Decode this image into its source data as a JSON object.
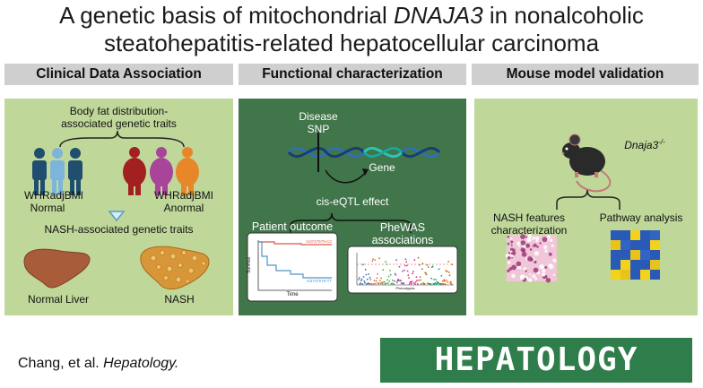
{
  "title": {
    "line1_prefix": "A genetic basis of mitochondrial ",
    "line1_gene": "DNAJA3",
    "line1_suffix": " in nonalcoholic",
    "line2": "steatohepatitis-related hepatocellular carcinoma"
  },
  "panels": {
    "clinical": {
      "header": "Clinical Data Association",
      "traits_line1": "Body fat distribution-",
      "traits_line2": "associated genetic traits",
      "normal_line1": "WHRadjBMI",
      "normal_line2": "Normal",
      "abnormal_line1": "WHRadjBMI",
      "abnormal_line2": "Anormal",
      "nash_traits": "NASH-associated genetic traits",
      "normal_liver": "Normal Liver",
      "nash": "NASH"
    },
    "functional": {
      "header": "Functional characterization",
      "disease_line1": "Disease",
      "disease_line2": "SNP",
      "gene": "Gene",
      "eqtl": "cis-eQTL effect",
      "patient_outcome": "Patient outcome",
      "phewas_line1": "PheWAS",
      "phewas_line2": "associations",
      "km_top_label": "rs3747579-CC",
      "km_bottom_label": "rs3747579-TT",
      "km_xlabel": "Time",
      "km_ylabel": "Survival",
      "phewas_xlabel": "Phenotypes"
    },
    "mouse": {
      "header": "Mouse model validation",
      "gene_prefix": "Dnaja3",
      "gene_sup": "-/-",
      "features_line1": "NASH features",
      "features_line2": "characterization",
      "pathway": "Pathway analysis"
    }
  },
  "footer": {
    "citation_prefix": "Chang, et al. ",
    "citation_journal": "Hepatology.",
    "journal_logo": "HEPATOLOGY"
  },
  "colors": {
    "panel_light_green": "#c0d79a",
    "panel_dark_green": "#41754a",
    "header_grey": "#cfcfcf",
    "person_blue_dark": "#1f4e6e",
    "person_blue_mid": "#4a86b5",
    "person_blue_light": "#7db4dc",
    "person_red": "#a32020",
    "person_purple": "#a8449a",
    "person_orange": "#e8862a",
    "liver_normal": "#a85c3a",
    "liver_nash": "#d79637",
    "km_red": "#d9584b",
    "km_blue": "#4d95c8",
    "journal_green": "#2f7d4b"
  },
  "icons": [
    "person-icon",
    "liver-icon",
    "dna-helix-icon",
    "mouse-icon",
    "arrow-down-triangle-icon",
    "curved-arrow-icon",
    "histology-image",
    "heatmap-image"
  ]
}
